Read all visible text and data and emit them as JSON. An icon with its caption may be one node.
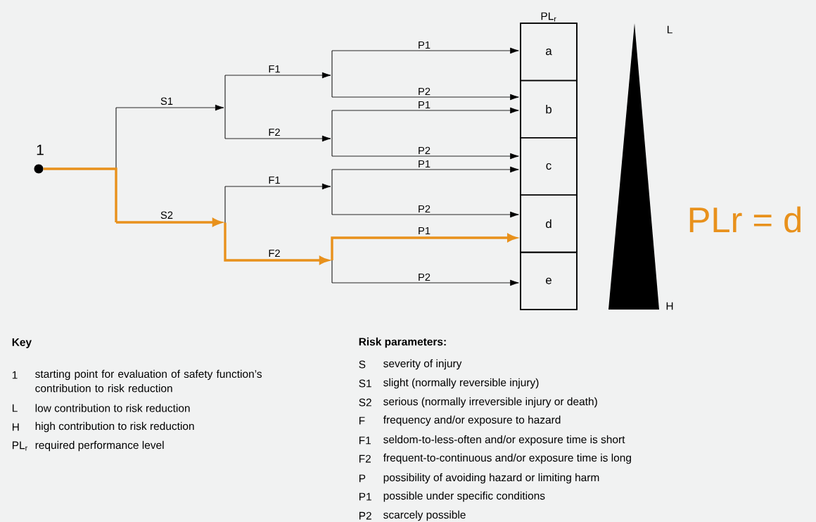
{
  "diagram": {
    "nodes": [
      {
        "text": [],
        "shape": "circle",
        "beside": [
          "1"
        ]
      },
      {
        "text": [],
        "shape": "bar"
      },
      {
        "text": [],
        "shape": "bar"
      },
      {
        "text": [],
        "shape": "bar"
      },
      {
        "text": [],
        "shape": "bar"
      },
      {
        "text": [],
        "shape": "bar"
      },
      {
        "text": [],
        "shape": "bar"
      },
      {
        "text": [],
        "shape": "bar"
      },
      {
        "text": [
          "PL$_{r}$"
        ]
      },
      {
        "text": [
          "a"
        ],
        "in": 8
      },
      {
        "text": [
          "b"
        ],
        "in": 8
      },
      {
        "text": [
          "c"
        ],
        "in": 8
      },
      {
        "text": [
          "d"
        ],
        "in": 8
      },
      {
        "text": [
          "e"
        ],
        "in": 8
      },
      {
        "text": [],
        "shape": "triangle",
        "beside": [
          "L",
          "H"
        ]
      }
    ],
    "edges": [
      {
        "from": 0,
        "to": 1,
        "arrow": "none",
        "style": "thick",
        "color": "#e8911c"
      },
      {
        "from": 1,
        "to": 2,
        "arrow": "to",
        "label": "S1"
      },
      {
        "from": 1,
        "to": 3,
        "arrow": "to",
        "label": "S2",
        "style": "thick",
        "color": "#e8911c"
      },
      {
        "from": 2,
        "to": 4,
        "arrow": "to",
        "label": "F1"
      },
      {
        "from": 2,
        "to": 5,
        "arrow": "to",
        "label": "F2"
      },
      {
        "from": 3,
        "to": 6,
        "arrow": "to",
        "label": "F1"
      },
      {
        "from": 3,
        "to": 7,
        "arrow": "to",
        "label": "F2",
        "style": "thick",
        "color": "#e8911c"
      },
      {
        "from": 4,
        "to": 9,
        "arrow": "to",
        "label": "P1"
      },
      {
        "from": 4,
        "to": 10,
        "arrow": "to",
        "label": "P2"
      },
      {
        "from": 5,
        "to": 10,
        "arrow": "to",
        "label": "P1"
      },
      {
        "from": 5,
        "to": 11,
        "arrow": "to",
        "label": "P2"
      },
      {
        "from": 6,
        "to": 11,
        "arrow": "to",
        "label": "P1"
      },
      {
        "from": 6,
        "to": 12,
        "arrow": "to",
        "label": "P2"
      },
      {
        "from": 7,
        "to": 12,
        "arrow": "to",
        "label": "P1",
        "style": "thick",
        "color": "#e8911c"
      },
      {
        "from": 7,
        "to": 13,
        "arrow": "to",
        "label": "P2"
      }
    ],
    "labels": [
      "PLr = d",
      "Key",
      "1",
      "starting point for evaluation of safety function’s contribution to risk reduction",
      "L",
      "low contribution to risk reduction",
      "H",
      "high contribution to risk reduction",
      "PL$_{r}$",
      "required performance level",
      "Risk parameters:",
      "S",
      "severity of injury",
      "S1",
      "slight (normally reversible injury)",
      "S2",
      "serious (normally irreversible injury or death)",
      "F",
      "frequency and/or exposure to hazard",
      "F1",
      "seldom-to-less-often and/or exposure time is short",
      "F2",
      "frequent-to-continuous and/or exposure time is long",
      "P",
      "possibility of avoiding hazard or limiting harm",
      "P1",
      "possible under specific conditions",
      "P2",
      "scarcely possible"
    ]
  }
}
